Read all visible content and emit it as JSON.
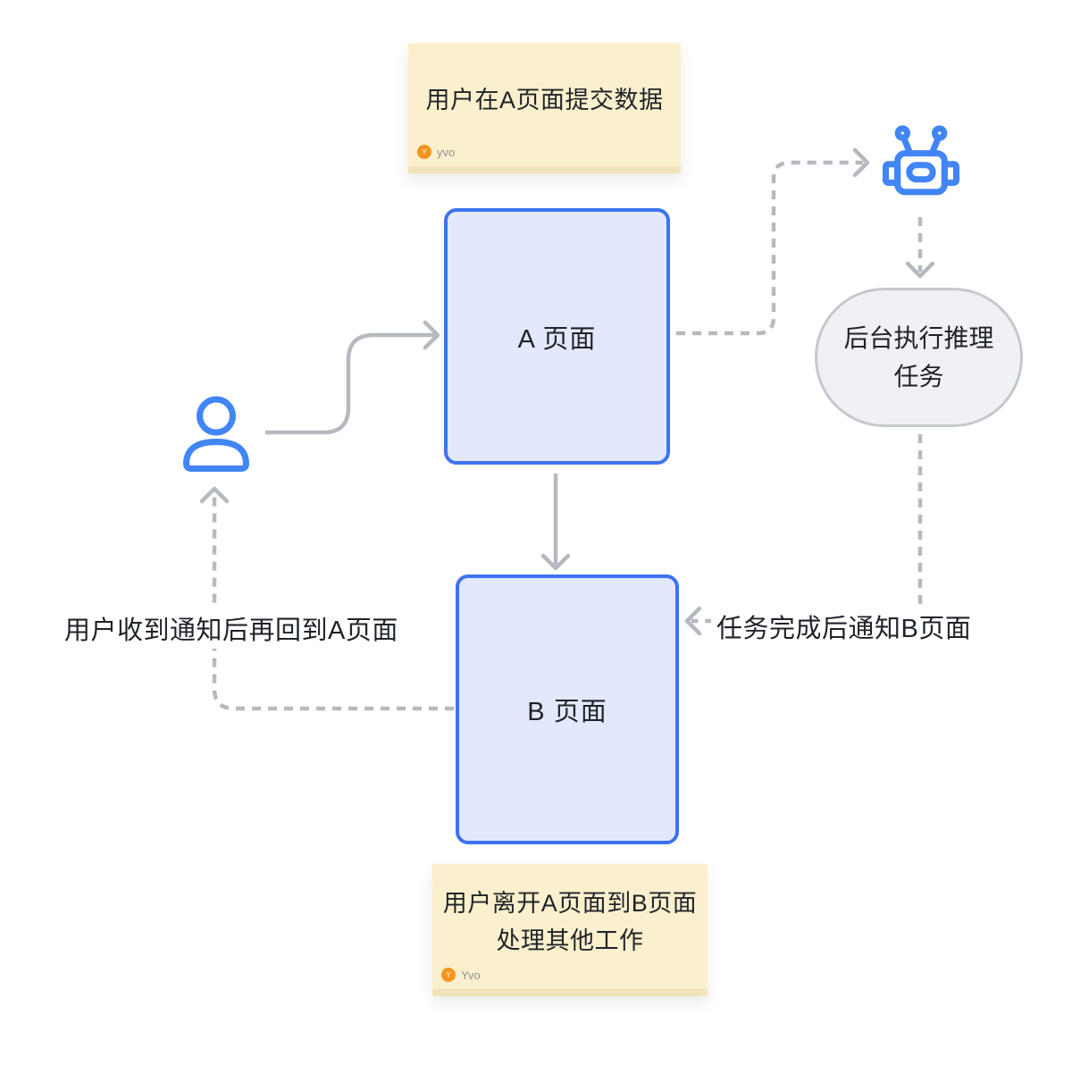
{
  "notes": {
    "top": {
      "text": "用户在A页面提交数据",
      "author": "yvo",
      "avatar_letter": "Y"
    },
    "bottom": {
      "line1": "用户离开A页面到B页面",
      "line2": "处理其他工作",
      "author": "Yvo",
      "avatar_letter": "Y"
    }
  },
  "nodes": {
    "page_a": {
      "label": "A 页面"
    },
    "page_b": {
      "label": "B 页面"
    },
    "backend_task": {
      "line1": "后台执行推理",
      "line2": "任务"
    }
  },
  "edge_labels": {
    "return_to_a": "用户收到通知后再回到A页面",
    "notify_b": "任务完成后通知B页面"
  },
  "icons": {
    "robot": "robot-icon",
    "user": "user-icon"
  },
  "colors": {
    "background": "#ffffff",
    "page_border": "#3d73f0",
    "page_fill": "#e2e9fc",
    "stadium_border": "#c5c8cd",
    "stadium_fill": "#f0f1f4",
    "note_fill": "#fbf0cd",
    "note_fold": "#f1e3ba",
    "arrow_gray": "#b6b9bf",
    "icon_blue": "#4285f4",
    "text_dark": "#1f2329",
    "author_gray": "#8e9399",
    "avatar_orange": "#f7941d"
  }
}
